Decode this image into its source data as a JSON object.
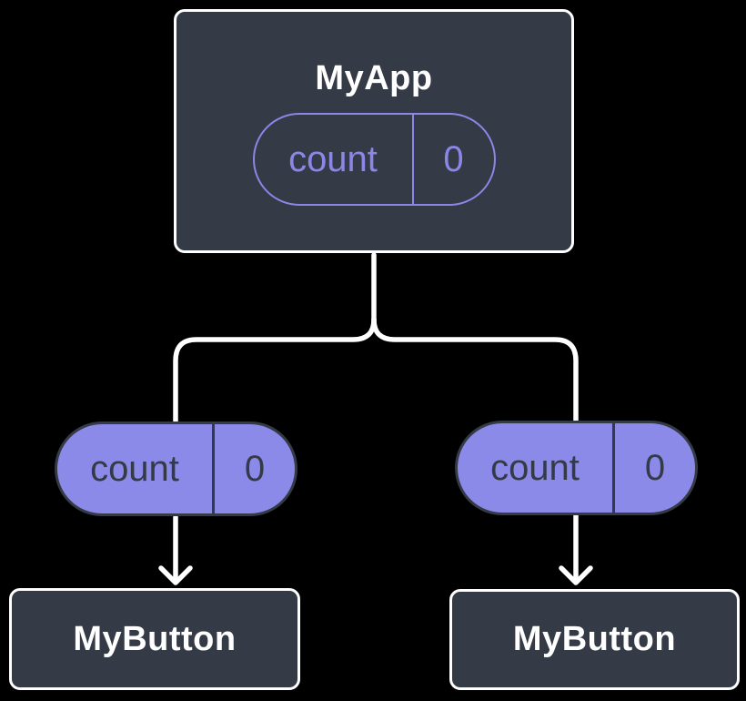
{
  "diagram": {
    "description": "React component tree showing state lifted to parent and passed down as props",
    "colors": {
      "background": "#000000",
      "component_box_fill": "#343a46",
      "component_box_border": "#ffffff",
      "pill_fill_purple": "#8b8ae8",
      "pill_outline_purple": "#8a87e6",
      "dark_text": "#343a46",
      "white_text": "#ffffff",
      "connector_line": "#ffffff"
    },
    "parent": {
      "title": "MyApp",
      "state": {
        "key": "count",
        "value": "0"
      }
    },
    "children": [
      {
        "component": "MyButton",
        "prop": {
          "key": "count",
          "value": "0"
        }
      },
      {
        "component": "MyButton",
        "prop": {
          "key": "count",
          "value": "0"
        }
      }
    ]
  }
}
